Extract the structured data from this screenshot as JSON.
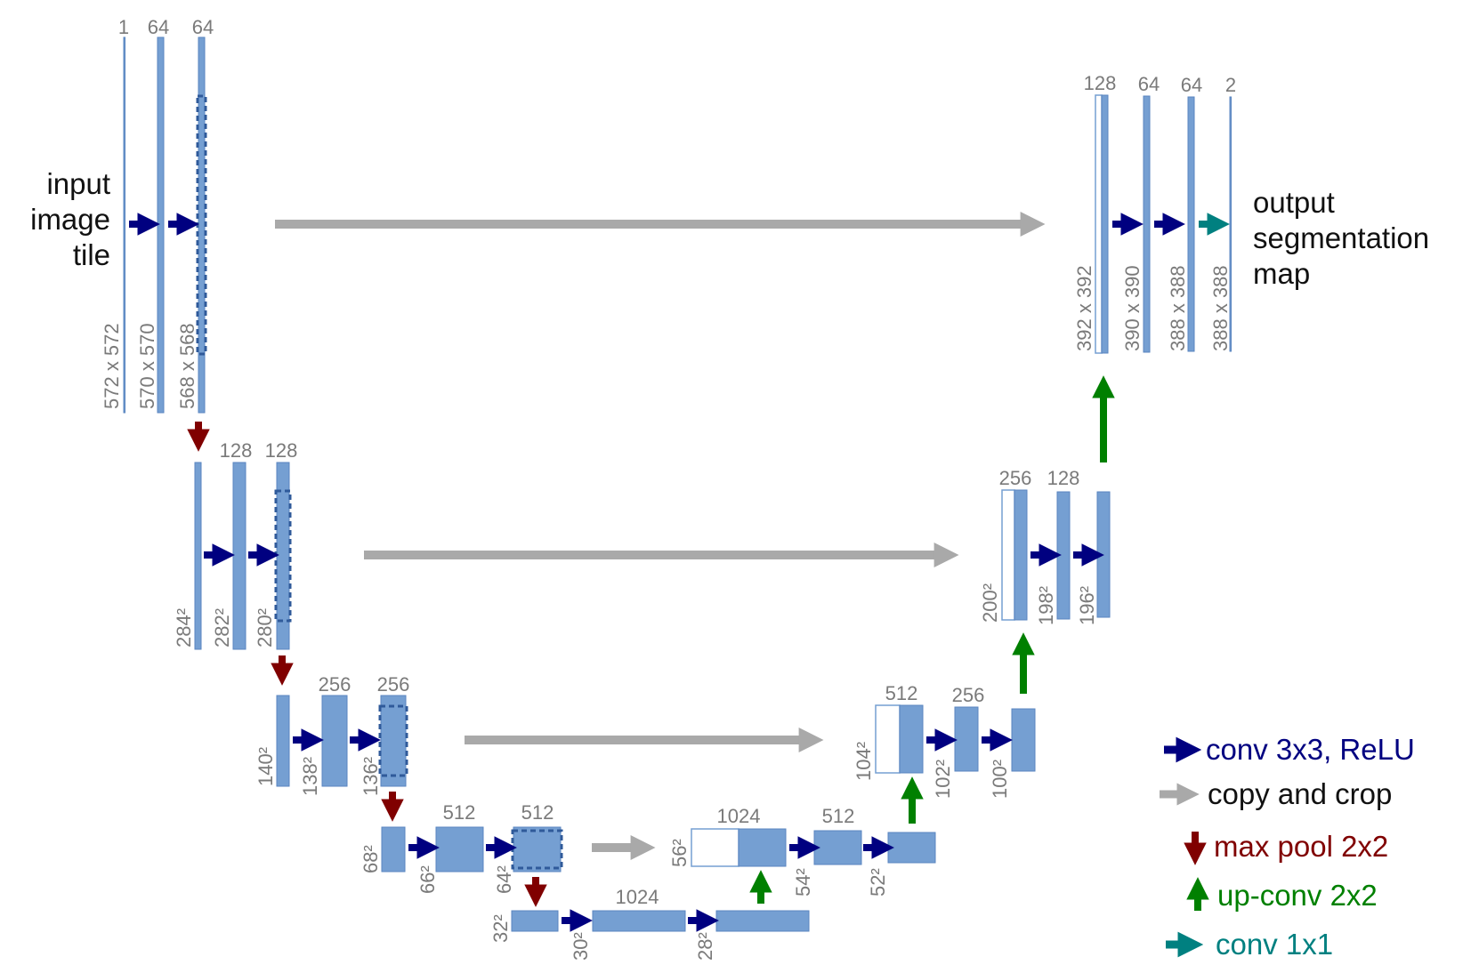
{
  "labels": {
    "input": [
      "input",
      "image",
      "tile"
    ],
    "output": [
      "output",
      "segmentation",
      "map"
    ]
  },
  "channels": {
    "c1": "1",
    "c2": "64",
    "c3": "64",
    "c4": "128",
    "c5": "128",
    "c6": "256",
    "c7": "256",
    "c8": "512",
    "c9": "512",
    "c10": "1024",
    "c11": "1024",
    "c12": "512",
    "c13": "512",
    "c14": "256",
    "c15": "256",
    "c16": "128",
    "c17": "128",
    "c18": "64",
    "c19": "64",
    "c20": "2"
  },
  "sizes": {
    "s1": "572 x 572",
    "s2": "570 x 570",
    "s3": "568 x 568",
    "s4": "284²",
    "s5": "282²",
    "s6": "280²",
    "s7": "140²",
    "s8": "138²",
    "s9": "136²",
    "s10": "68²",
    "s11": "66²",
    "s12": "64²",
    "s13": "32²",
    "s14": "30²",
    "s15": "28²",
    "s16": "56²",
    "s17": "54²",
    "s18": "52²",
    "s19": "104²",
    "s20": "102²",
    "s21": "100²",
    "s22": "200²",
    "s23": "198²",
    "s24": "196²",
    "s25": "392 x 392",
    "s26": "390 x 390",
    "s27": "388 x 388",
    "s28": "388 x 388"
  },
  "legend": [
    {
      "label": "conv 3x3, ReLU",
      "color": "#000080",
      "icon": "arrow-right-icon"
    },
    {
      "label": "copy and crop",
      "color": "#a9a9a9",
      "icon": "arrow-right-icon"
    },
    {
      "label": "max pool 2x2",
      "color": "#800000",
      "icon": "arrow-down-icon"
    },
    {
      "label": "up-conv 2x2",
      "color": "#008000",
      "icon": "arrow-up-icon"
    },
    {
      "label": "conv 1x1",
      "color": "#008080",
      "icon": "arrow-right-icon"
    }
  ],
  "colors": {
    "conv": "#000080",
    "copy": "#a9a9a9",
    "pool": "#800000",
    "upconv": "#008000",
    "conv1x1": "#008080",
    "feature_map": "#759fd2"
  }
}
